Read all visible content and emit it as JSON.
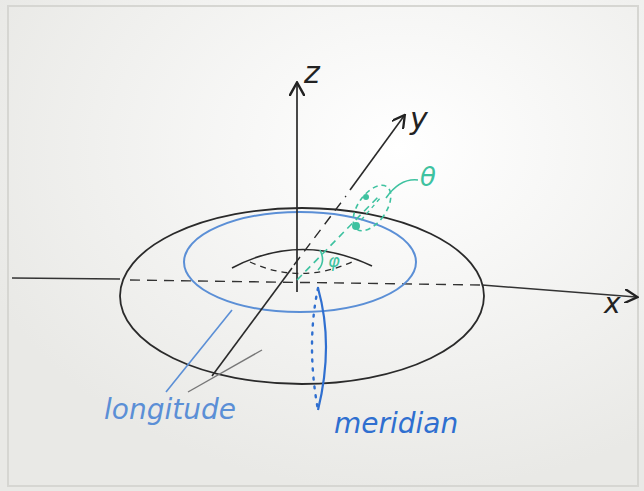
{
  "diagram": {
    "labels": [
      "z",
      "y",
      "x",
      "θ",
      "φ",
      "longitude",
      "meridian"
    ]
  }
}
